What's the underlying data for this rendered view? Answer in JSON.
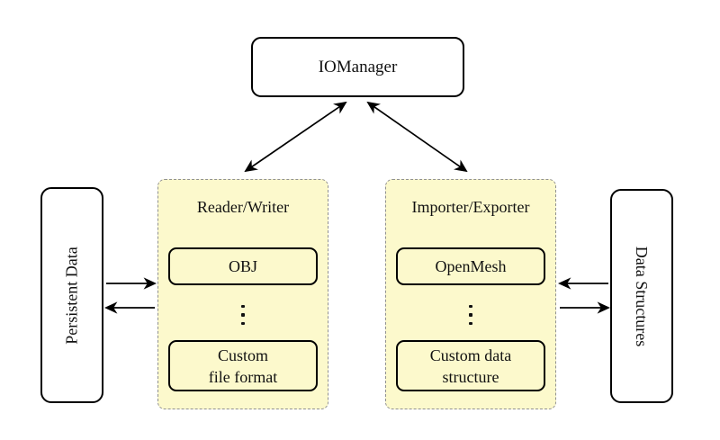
{
  "colors": {
    "background": "#ffffff",
    "group_fill": "#fcf9cc",
    "group_border": "#919191",
    "box_border": "#000000",
    "box_fill": "#ffffff",
    "text": "#111111",
    "arrow": "#000000"
  },
  "nodes": {
    "iomanager": "IOManager",
    "persistent_data": "Persistent Data",
    "data_structures": "Data Structures"
  },
  "groups": [
    {
      "title": "Reader/Writer",
      "ellipsis": "⋮",
      "items": [
        {
          "lines": [
            "OBJ"
          ]
        },
        {
          "lines": [
            "Custom",
            "file format"
          ]
        }
      ]
    },
    {
      "title": "Importer/Exporter",
      "ellipsis": "⋮",
      "items": [
        {
          "lines": [
            "OpenMesh"
          ]
        },
        {
          "lines": [
            "Custom data",
            "structure"
          ]
        }
      ]
    }
  ],
  "arrows": [
    {
      "from": "IOManager",
      "to": "Reader/Writer",
      "bidirectional": true
    },
    {
      "from": "IOManager",
      "to": "Importer/Exporter",
      "bidirectional": true
    },
    {
      "from": "Persistent Data",
      "to": "Reader/Writer",
      "bidirectional": false
    },
    {
      "from": "Reader/Writer",
      "to": "Persistent Data",
      "bidirectional": false
    },
    {
      "from": "Data Structures",
      "to": "Importer/Exporter",
      "bidirectional": false
    },
    {
      "from": "Importer/Exporter",
      "to": "Data Structures",
      "bidirectional": false
    }
  ]
}
